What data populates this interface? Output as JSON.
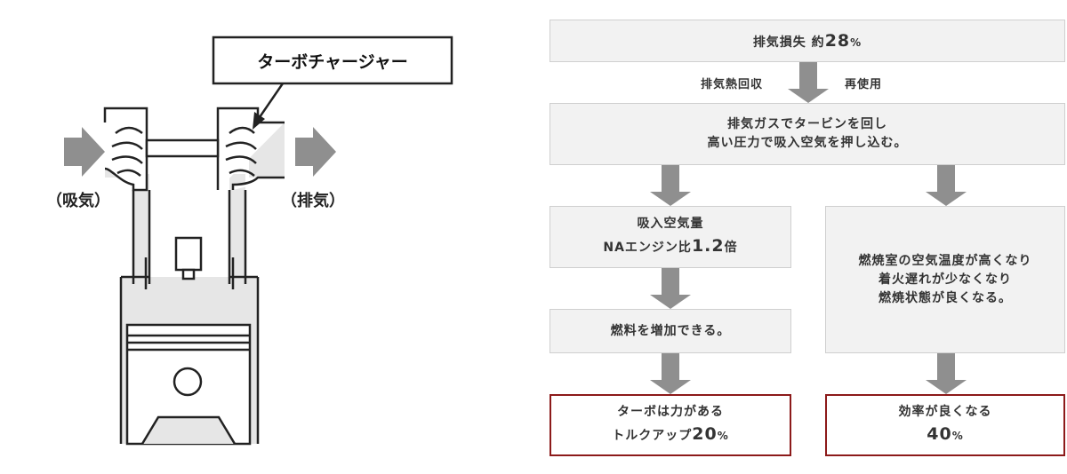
{
  "engine": {
    "callout": "ターボチャージャー",
    "intake": "（吸気）",
    "exhaust": "（排気）"
  },
  "flow": {
    "top": {
      "label": "排気損失 約",
      "value": "28",
      "unit": "%"
    },
    "left_side": "排気熱回収",
    "right_side": "再使用",
    "middle_line1": "排気ガスでタービンを回し",
    "middle_line2": "高い圧力で吸入空気を押し込む。",
    "left1_line1": "吸入空気量",
    "left1_line2_text": "NAエンジン比",
    "left1_line2_value": "1.2",
    "left1_line2_unit": "倍",
    "left2": "燃料を増加できる。",
    "left_result_line1": "ターボは力がある",
    "left_result_line2_text": "トルクアップ",
    "left_result_line2_value": "20",
    "left_result_line2_unit": "%",
    "right1_line1": "燃焼室の空気温度が高くなり",
    "right1_line2": "着火遅れが少なくなり",
    "right1_line3": "燃焼状態が良くなる。",
    "right_result_line1": "効率が良くなる",
    "right_result_value": "40",
    "right_result_unit": "%"
  },
  "colors": {
    "box_fill": "#f2f2f2",
    "box_border": "#cfcfcf",
    "result_border": "#8c1a1a",
    "arrow": "#8f8f8f",
    "engine_fill": "#e6e6e6"
  }
}
